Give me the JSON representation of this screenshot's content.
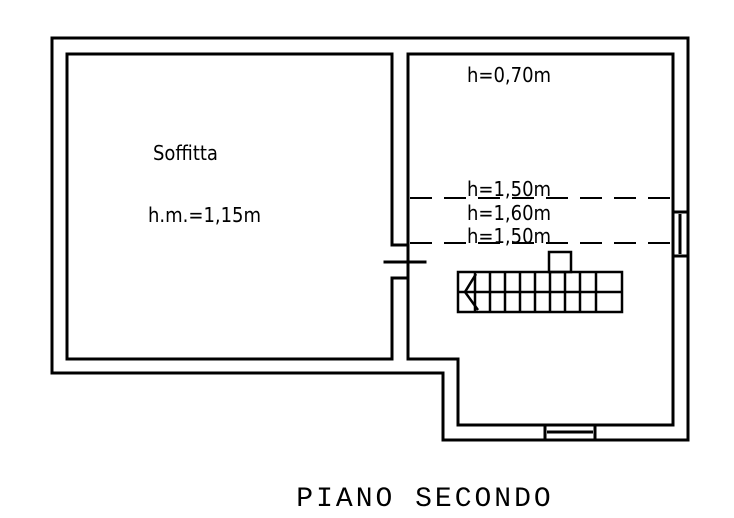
{
  "plan": {
    "title": "PIANO SECONDO",
    "rooms": [
      {
        "name": "Soffitta",
        "height_label": "h.m.=1,15m"
      }
    ],
    "height_labels": [
      "h=0,70m",
      "h=1,50m",
      "h=1,60m",
      "h=1,50m"
    ]
  }
}
